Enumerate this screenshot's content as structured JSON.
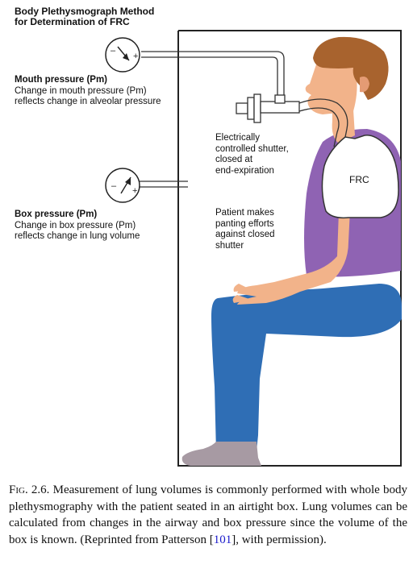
{
  "figure": {
    "title_line1": "Body Plethysmograph Method",
    "title_line2": "for Determination of FRC",
    "mouth_pressure": {
      "title": "Mouth pressure (Pm)",
      "line1": "Change in mouth pressure (Pm)",
      "line2": "reflects change in alveolar pressure"
    },
    "box_pressure": {
      "title": "Box pressure (Pm)",
      "line1": "Change in box pressure (Pm)",
      "line2": "reflects change in lung volume"
    },
    "shutter_note": [
      "Electrically",
      "controlled shutter,",
      "closed at",
      "end-expiration"
    ],
    "panting_note": [
      "Patient makes",
      "panting efforts",
      "against closed",
      "shutter"
    ],
    "lung_label": "FRC",
    "gauge_minus": "–",
    "gauge_plus": "+"
  },
  "caption": {
    "fig_label": "Fig. 2.6.",
    "text_before_ref": " Measurement of lung volumes is commonly performed with whole body plethysmography with the patient seated in an airtight box. Lung volumes can be calculated from changes in the airway and box pressure since the volume of the box is known. (Reprinted from Patterson [",
    "ref": "101",
    "text_after_ref": "], with permission)."
  },
  "colors": {
    "shirt": "#8f63b3",
    "jeans": "#2f6eb5",
    "skin": "#f2b38a",
    "hair": "#a8632e",
    "shoe": "#a79aa3",
    "reference_link": "#1a1acc"
  }
}
